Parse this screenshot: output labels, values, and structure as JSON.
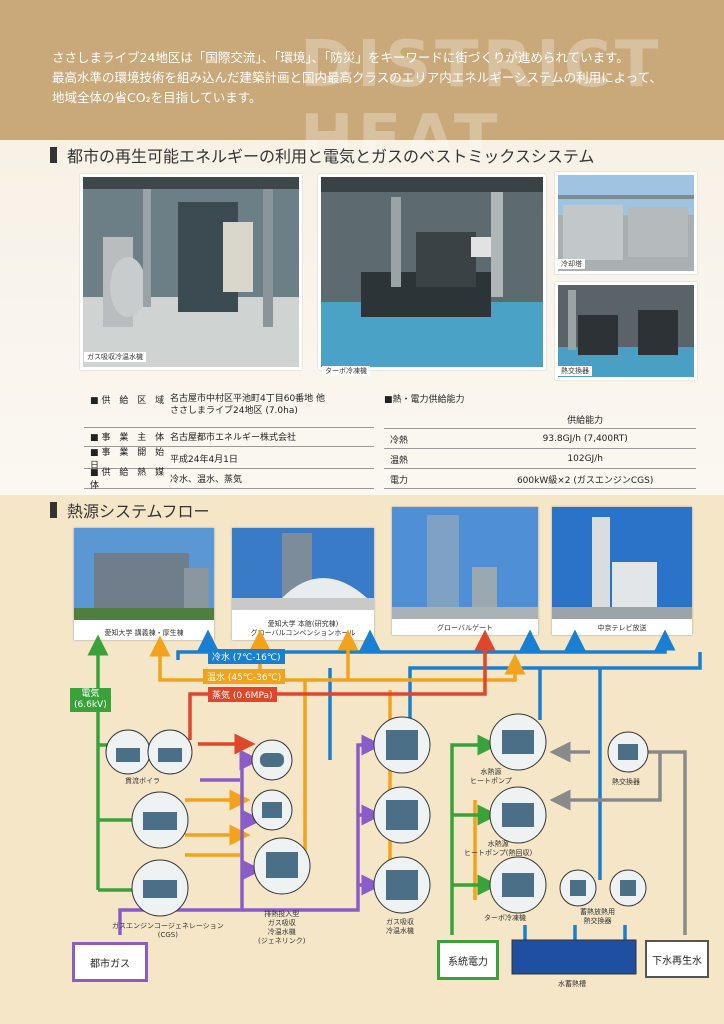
{
  "intro": {
    "watermark": "DISTRICT HEAT",
    "lines": [
      "ささしまライブ24地区は「国際交流」、「環境」、「防災」をキーワードに街づくりが進められています。",
      "最高水準の環境技術を組み込んだ建築計画と国内最高クラスのエリア内エネルギーシステムの利用によって、",
      "地域全体の省CO₂を目指しています。"
    ]
  },
  "section1": {
    "title": "都市の再生可能エネルギーの利用と電気とガスのベストミックスシステム",
    "photos": [
      "ガス吸収冷温水機",
      "ターボ冷凍機",
      "冷却塔",
      "熱交換器"
    ]
  },
  "info": {
    "rows": [
      {
        "label": "■供 給 区 域",
        "value": "名古屋市中村区平池町4丁目60番地 他",
        "value2": "ささしまライブ24地区 (7.0ha)"
      },
      {
        "label": "■事 業 主 体",
        "value": "名古屋都市エネルギー株式会社"
      },
      {
        "label": "■事 業 開 始 日",
        "value": "平成24年4月1日"
      },
      {
        "label": "■供 給 熱 媒 体",
        "value": "冷水、温水、蒸気"
      }
    ]
  },
  "capacity": {
    "title": "■熱・電力供給能力",
    "header": "供給能力",
    "rows": [
      {
        "k": "冷熱",
        "v": "93.8GJ/h (7,400RT)"
      },
      {
        "k": "温熱",
        "v": "102GJ/h"
      },
      {
        "k": "電力",
        "v": "600kW級×2 (ガスエンジンCGS)"
      }
    ]
  },
  "section2": {
    "title": "熱源システムフロー",
    "buildings": [
      {
        "line1": "愛知大学 講義棟・厚生棟",
        "line2": ""
      },
      {
        "line1": "愛知大学 本館(研究棟)",
        "line2": "グローバルコンベンションホール"
      },
      {
        "line1": "グローバルゲート",
        "line2": ""
      },
      {
        "line1": "中京テレビ放送",
        "line2": ""
      }
    ],
    "flows": {
      "cold": "冷水 (7℃-16℃)",
      "warm": "温水 (45℃-36℃)",
      "steam": "蒸気 (0.6MPa)",
      "elec1": "電気",
      "elec2": "(6.6kV)"
    },
    "equipment": {
      "boiler": "貫流ボイラ",
      "cgs1": "ガスエンジンコージェネレーション",
      "cgs2": "(CGS)",
      "exh1": "排熱投入型",
      "exh2": "ガス吸収",
      "exh3": "冷温水機",
      "exh4": "(ジェネリンク)",
      "gas1": "ガス吸収",
      "gas2": "冷温水機",
      "hp1a": "水熱源",
      "hp1b": "ヒートポンプ",
      "hp2a": "水熱源",
      "hp2b": "ヒートポンプ(熱回収)",
      "turbo": "ターボ冷凍機",
      "hx": "熱交換器",
      "st1": "蓄熱放熱用",
      "st2": "熱交換器",
      "tank": "水蓄熱槽"
    },
    "sources": {
      "gas": "都市ガス",
      "power": "系統電力",
      "sewage": "下水再生水"
    }
  },
  "colors": {
    "cold": "#1a7fd0",
    "warm": "#f2a21c",
    "steam": "#e0462a",
    "elec": "#3aa23a",
    "gas": "#8a5cc7",
    "sewage": "#8a8a8a",
    "equip": "#4a6f86"
  }
}
